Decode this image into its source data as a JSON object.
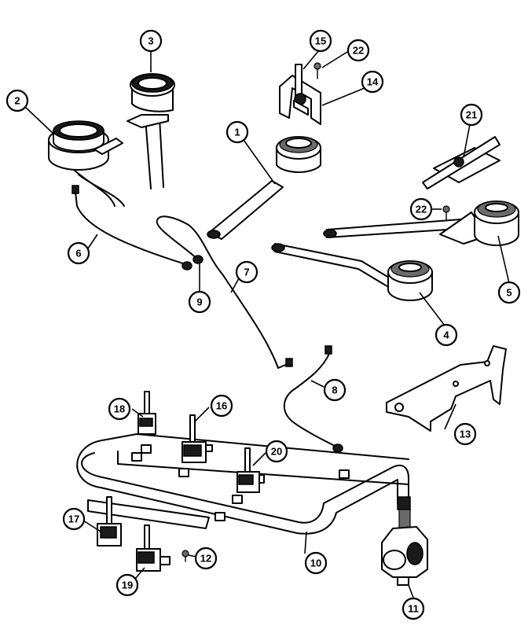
{
  "callouts": [
    {
      "id": "c1",
      "label": "1"
    },
    {
      "id": "c2",
      "label": "2"
    },
    {
      "id": "c3",
      "label": "3"
    },
    {
      "id": "c4",
      "label": "4"
    },
    {
      "id": "c5",
      "label": "5"
    },
    {
      "id": "c6",
      "label": "6"
    },
    {
      "id": "c7",
      "label": "7"
    },
    {
      "id": "c8",
      "label": "8"
    },
    {
      "id": "c9",
      "label": "9"
    },
    {
      "id": "c10",
      "label": "10"
    },
    {
      "id": "c11",
      "label": "11"
    },
    {
      "id": "c12",
      "label": "12"
    },
    {
      "id": "c13",
      "label": "13"
    },
    {
      "id": "c14",
      "label": "14"
    },
    {
      "id": "c15",
      "label": "15"
    },
    {
      "id": "c16",
      "label": "16"
    },
    {
      "id": "c17",
      "label": "17"
    },
    {
      "id": "c18",
      "label": "18"
    },
    {
      "id": "c19",
      "label": "19"
    },
    {
      "id": "c20",
      "label": "20"
    },
    {
      "id": "c21",
      "label": "21"
    },
    {
      "id": "c22a",
      "label": "22"
    },
    {
      "id": "c22b",
      "label": "22"
    }
  ]
}
